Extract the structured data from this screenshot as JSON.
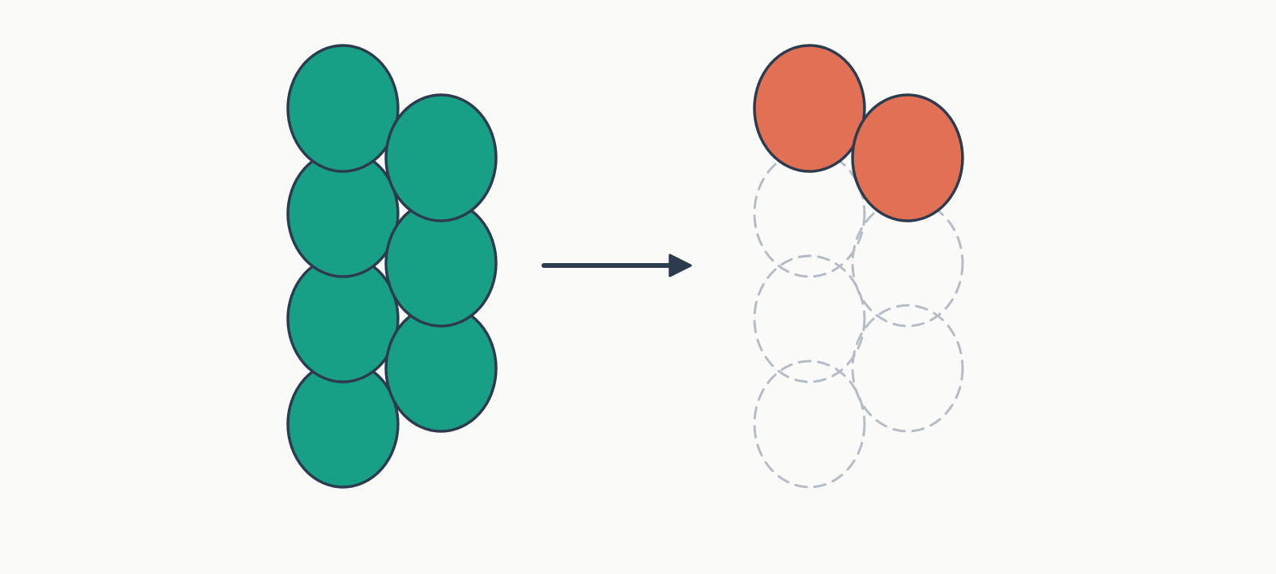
{
  "colors": {
    "background": "#fafaf9",
    "full_fill": "#17a085",
    "kept_fill": "#e17055",
    "outline": "#2d3b4e",
    "removed_outline": "#b4bdc6",
    "arrow": "#2d3b4e"
  },
  "before": {
    "columns": [
      {
        "count": 4,
        "state": "full"
      },
      {
        "count": 3,
        "state": "full"
      }
    ]
  },
  "arrow": {
    "direction": "right"
  },
  "after": {
    "columns": [
      {
        "count": 4,
        "kept": 1,
        "removed": 3
      },
      {
        "count": 3,
        "kept": 1,
        "removed": 2
      }
    ]
  }
}
